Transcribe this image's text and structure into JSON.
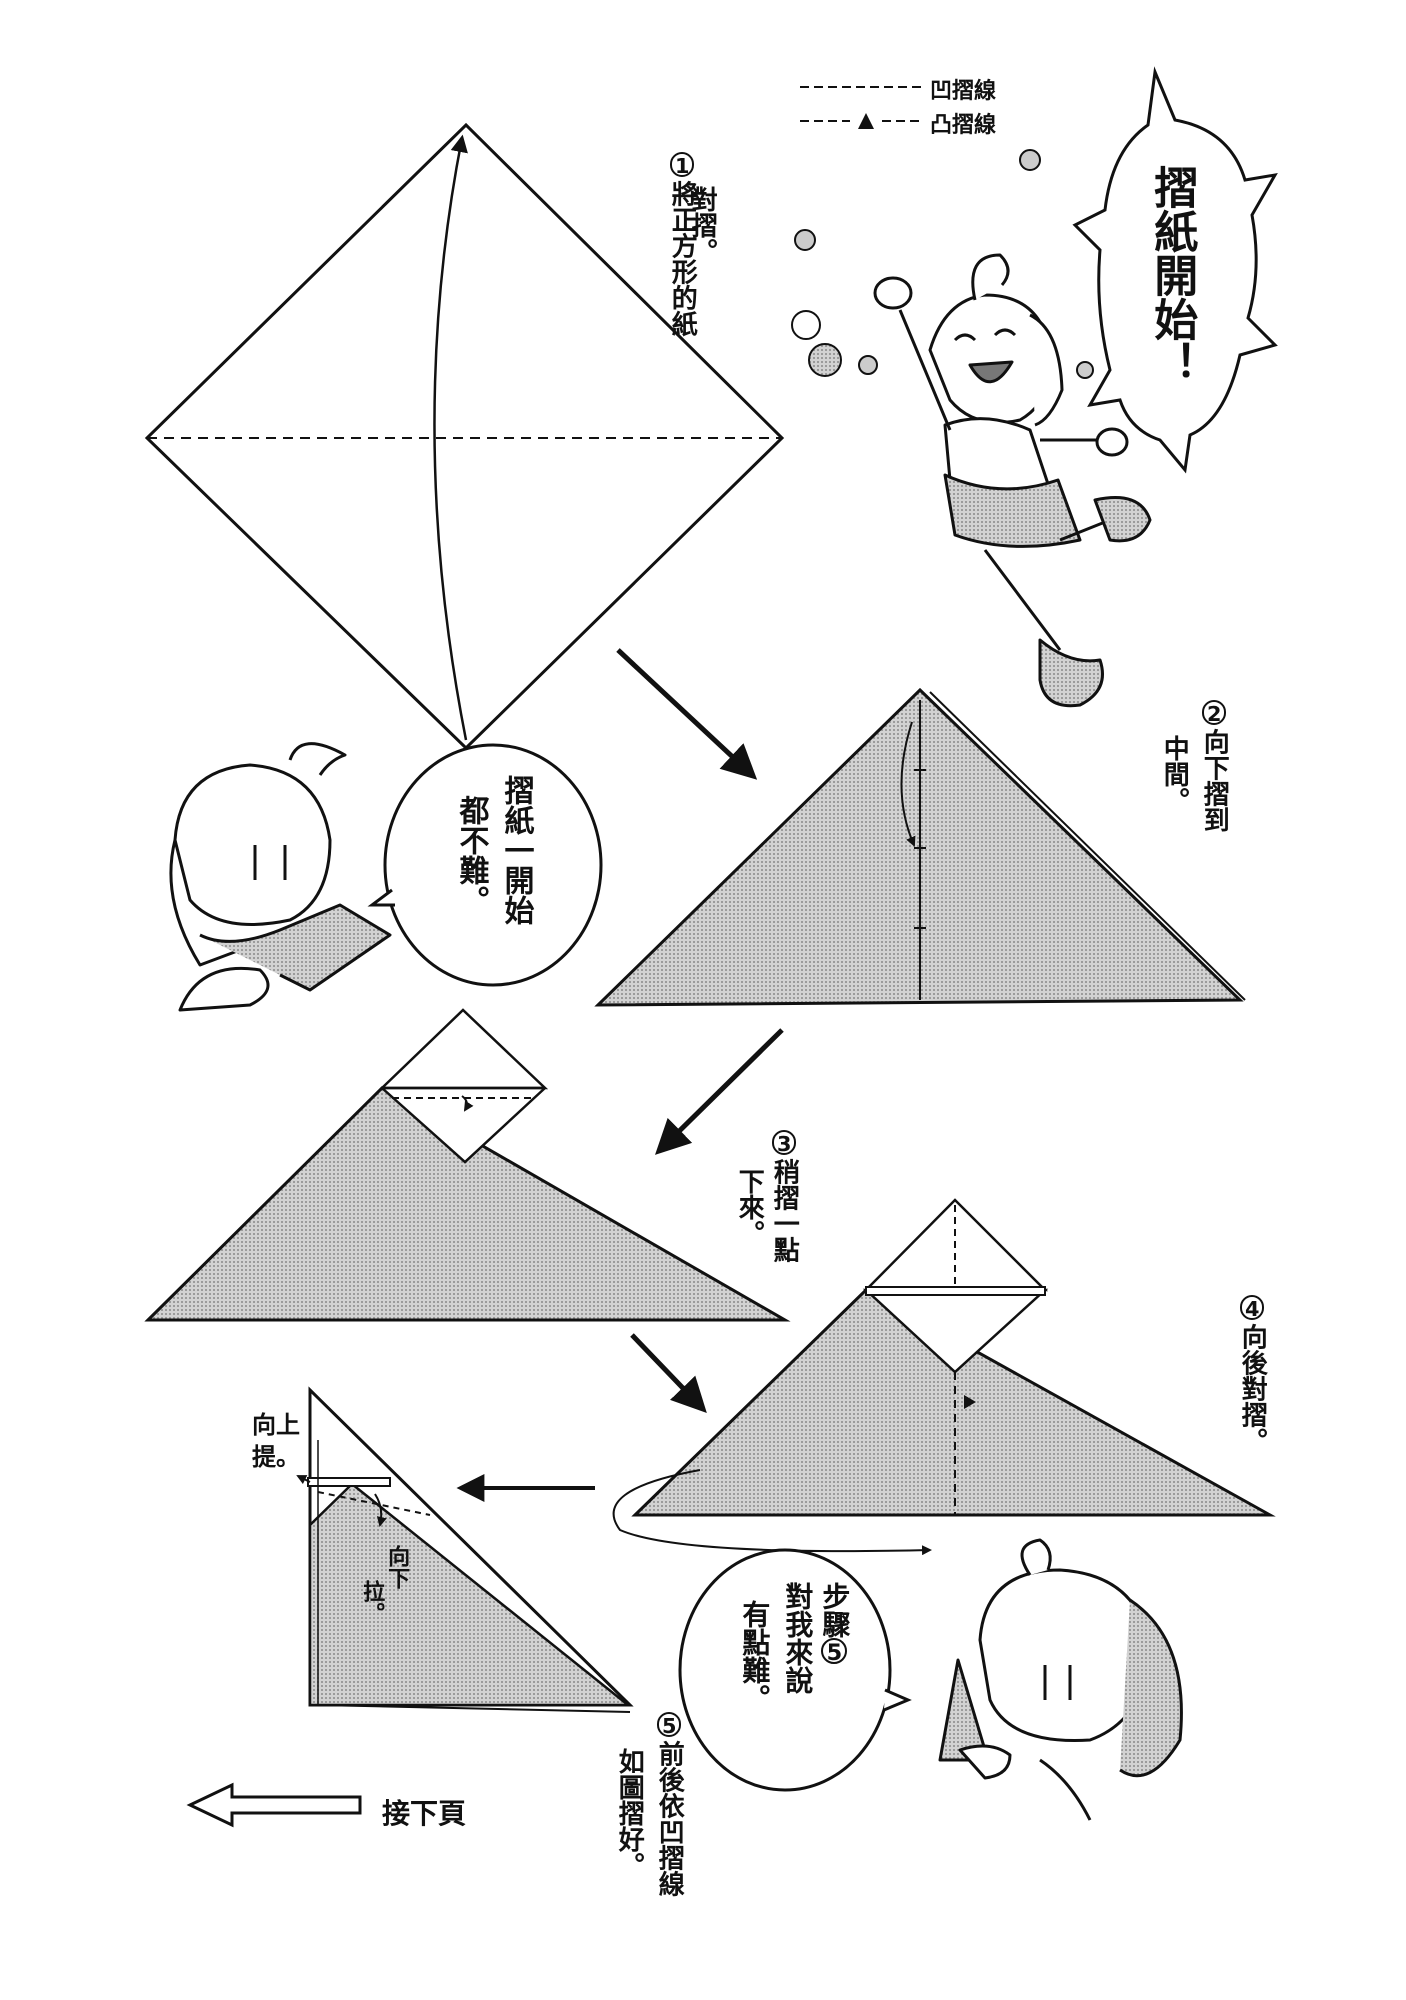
{
  "legend": {
    "valley_fold": "凹摺線",
    "mountain_fold": "凸摺線"
  },
  "shout": "摺紙開始！",
  "steps": [
    {
      "number": "1",
      "lines": [
        "將正方形的紙",
        "對摺。"
      ]
    },
    {
      "number": "2",
      "lines": [
        "向下摺到",
        "中間。"
      ]
    },
    {
      "number": "3",
      "lines": [
        "稍摺一點",
        "下來。"
      ]
    },
    {
      "number": "4",
      "lines": [
        "向後對摺。"
      ]
    },
    {
      "number": "5",
      "lines": [
        "前後依凹摺線",
        "如圖摺好。"
      ]
    }
  ],
  "speech_1": [
    "摺紙一開始",
    "都不難。"
  ],
  "speech_2": {
    "line1": "步驟",
    "num": "5",
    "line2": "對我來說",
    "line3": "有點難。"
  },
  "annotations": {
    "lift_up": [
      "向上",
      "提。"
    ],
    "pull_down": [
      "向下",
      "拉。"
    ]
  },
  "next_page": "接下頁",
  "colors": {
    "ink": "#111111",
    "paper_shade": "#b8b8b8",
    "background": "#ffffff"
  }
}
